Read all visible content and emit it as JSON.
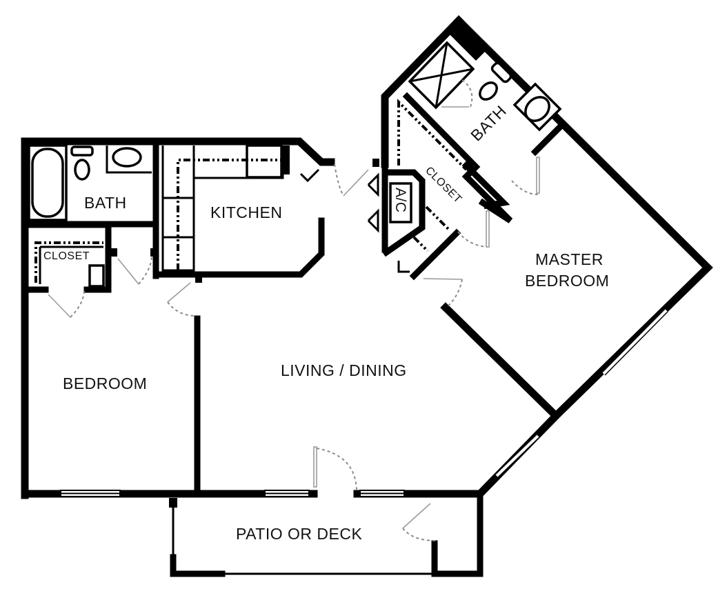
{
  "floorplan": {
    "rooms": {
      "bath_1": "BATH",
      "kitchen": "KITCHEN",
      "closet_1": "CLOSET",
      "bedroom": "BEDROOM",
      "living_dining": "LIVING / DINING",
      "master_bedroom_line1": "MASTER",
      "master_bedroom_line2": "BEDROOM",
      "master_bath": "BATH",
      "master_closet": "CLOSET",
      "ac": "A/C",
      "patio": "PATIO OR DECK"
    },
    "colors": {
      "wall": "#000000",
      "background": "#ffffff",
      "door_swing": "#8a8a8a"
    }
  }
}
